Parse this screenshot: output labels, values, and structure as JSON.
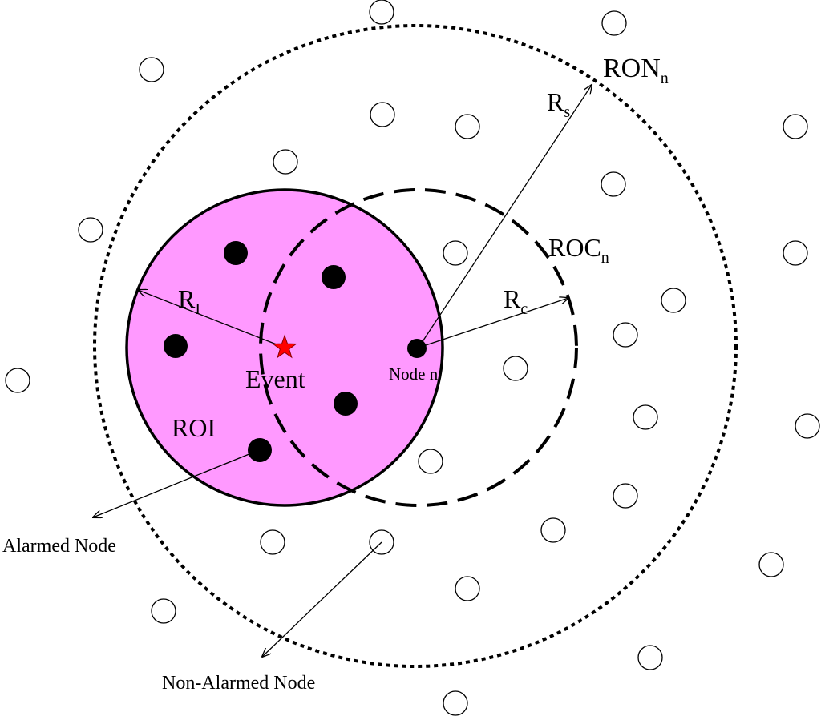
{
  "labels": {
    "ron": "RON",
    "ron_sub": "n",
    "roc": "ROC",
    "roc_sub": "n",
    "rs": "R",
    "rs_sub": "s",
    "rc": "R",
    "rc_sub": "c",
    "ri": "R",
    "ri_sub": "I",
    "event": "Event",
    "node_n": "Node n",
    "roi": "ROI",
    "alarmed_node": "Alarmed Node",
    "non_alarmed_node": "Non-Alarmed Node"
  },
  "colors": {
    "roi_fill": "#ff99ff",
    "event_star": "#ff0000",
    "stroke": "#000000",
    "open_node_fill": "#ffffff"
  },
  "icons": {
    "event": "star-icon",
    "alarmed_node": "filled-circle",
    "non_alarmed_node": "open-circle"
  }
}
